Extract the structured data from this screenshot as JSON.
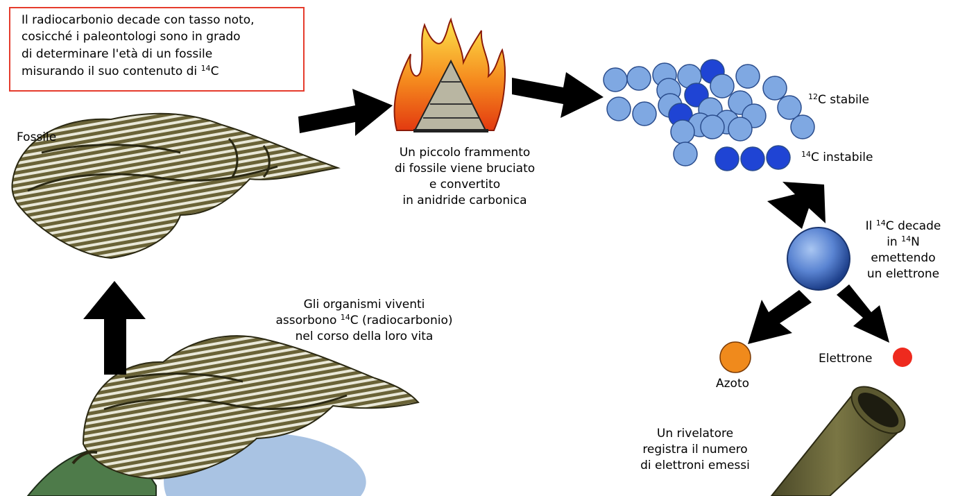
{
  "intro": {
    "lines": [
      "Il radiocarbonio decade con tasso noto,",
      "cosicché i paleontologi sono in grado",
      "di determinare l'età di un fossile",
      "misurando il suo contenuto di "
    ],
    "sup14": "14",
    "c": "C"
  },
  "labels": {
    "fossile": "Fossile",
    "burned": [
      "Un piccolo frammento",
      "di fossile viene bruciato",
      "e convertito",
      "in anidride carbonica"
    ],
    "c12_sup": "12",
    "c12_text": "C stabile",
    "c14_sup": "14",
    "c14_text": "C instabile",
    "decay_l1_pre": "Il ",
    "decay_l1_sup": "14",
    "decay_l1_post": "C decade",
    "decay_l2_pre": "in ",
    "decay_l2_sup": "14",
    "decay_l2_post": "N",
    "decay_l3": "emettendo",
    "decay_l4": "un elettrone",
    "azoto": "Azoto",
    "elettrone": "Elettrone",
    "organisms_l1": "Gli organismi viventi",
    "organisms_l2_pre": "assorbono ",
    "organisms_l2_sup": "14",
    "organisms_l2_post": "C (radiocarbonio)",
    "organisms_l3": "nel corso della loro vita",
    "detector": [
      "Un rivelatore",
      "registra il numero",
      "di elettroni emessi"
    ]
  },
  "colors": {
    "border": "#e53b2c",
    "c12": "#7fa8e2",
    "c14": "#1f44d4",
    "azoto": "#f08a1c",
    "electron": "#ee2a1e",
    "shell": "#6a6337",
    "arrow": "#000000"
  }
}
